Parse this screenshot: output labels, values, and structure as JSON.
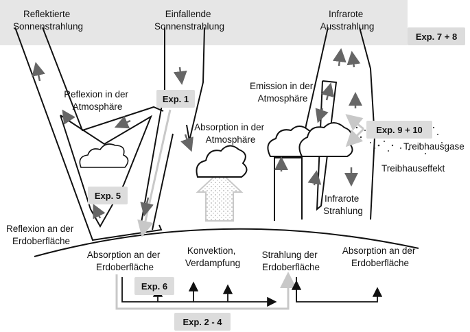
{
  "labels": {
    "reflected_solar": [
      "Reflektierte",
      "Sonnenstrahlung"
    ],
    "incoming_solar": [
      "Einfallende",
      "Sonnenstrahlung"
    ],
    "infrared_out": [
      "Infrarote",
      "Ausstrahlung"
    ],
    "reflection_atmosphere": [
      "Reflexion in der",
      "Atmosphäre"
    ],
    "absorption_atmosphere": [
      "Absorption in der",
      "Atmosphäre"
    ],
    "emission_atmosphere": [
      "Emission in der",
      "Atmosphäre"
    ],
    "greenhouse_gases": "Treibhausgase",
    "greenhouse_effect": "Treibhauseffekt",
    "infrared_radiation": [
      "Infrarote",
      "Strahlung"
    ],
    "reflection_surface": [
      "Reflexion an der",
      "Erdoberfläche"
    ],
    "absorption_surface_left": [
      "Absorption an der",
      "Erdoberfläche"
    ],
    "convection": [
      "Konvektion,",
      "Verdampfung"
    ],
    "radiation_surface": [
      "Strahlung der",
      "Erdoberfläche"
    ],
    "absorption_surface_right": [
      "Absorption an der",
      "Erdoberfläche"
    ]
  },
  "experiments": {
    "exp1": "Exp. 1",
    "exp5": "Exp. 5",
    "exp6": "Exp. 6",
    "exp2_4": "Exp. 2 - 4",
    "exp7_8": "Exp. 7 + 8",
    "exp9_10": "Exp. 9 + 10"
  },
  "colors": {
    "outline": "#111111",
    "arrow_dark": "#666666",
    "arrow_light": "#c8c8c8",
    "atmosphere_band": "#e6e6e6",
    "exp_box": "#dcdcdc"
  }
}
